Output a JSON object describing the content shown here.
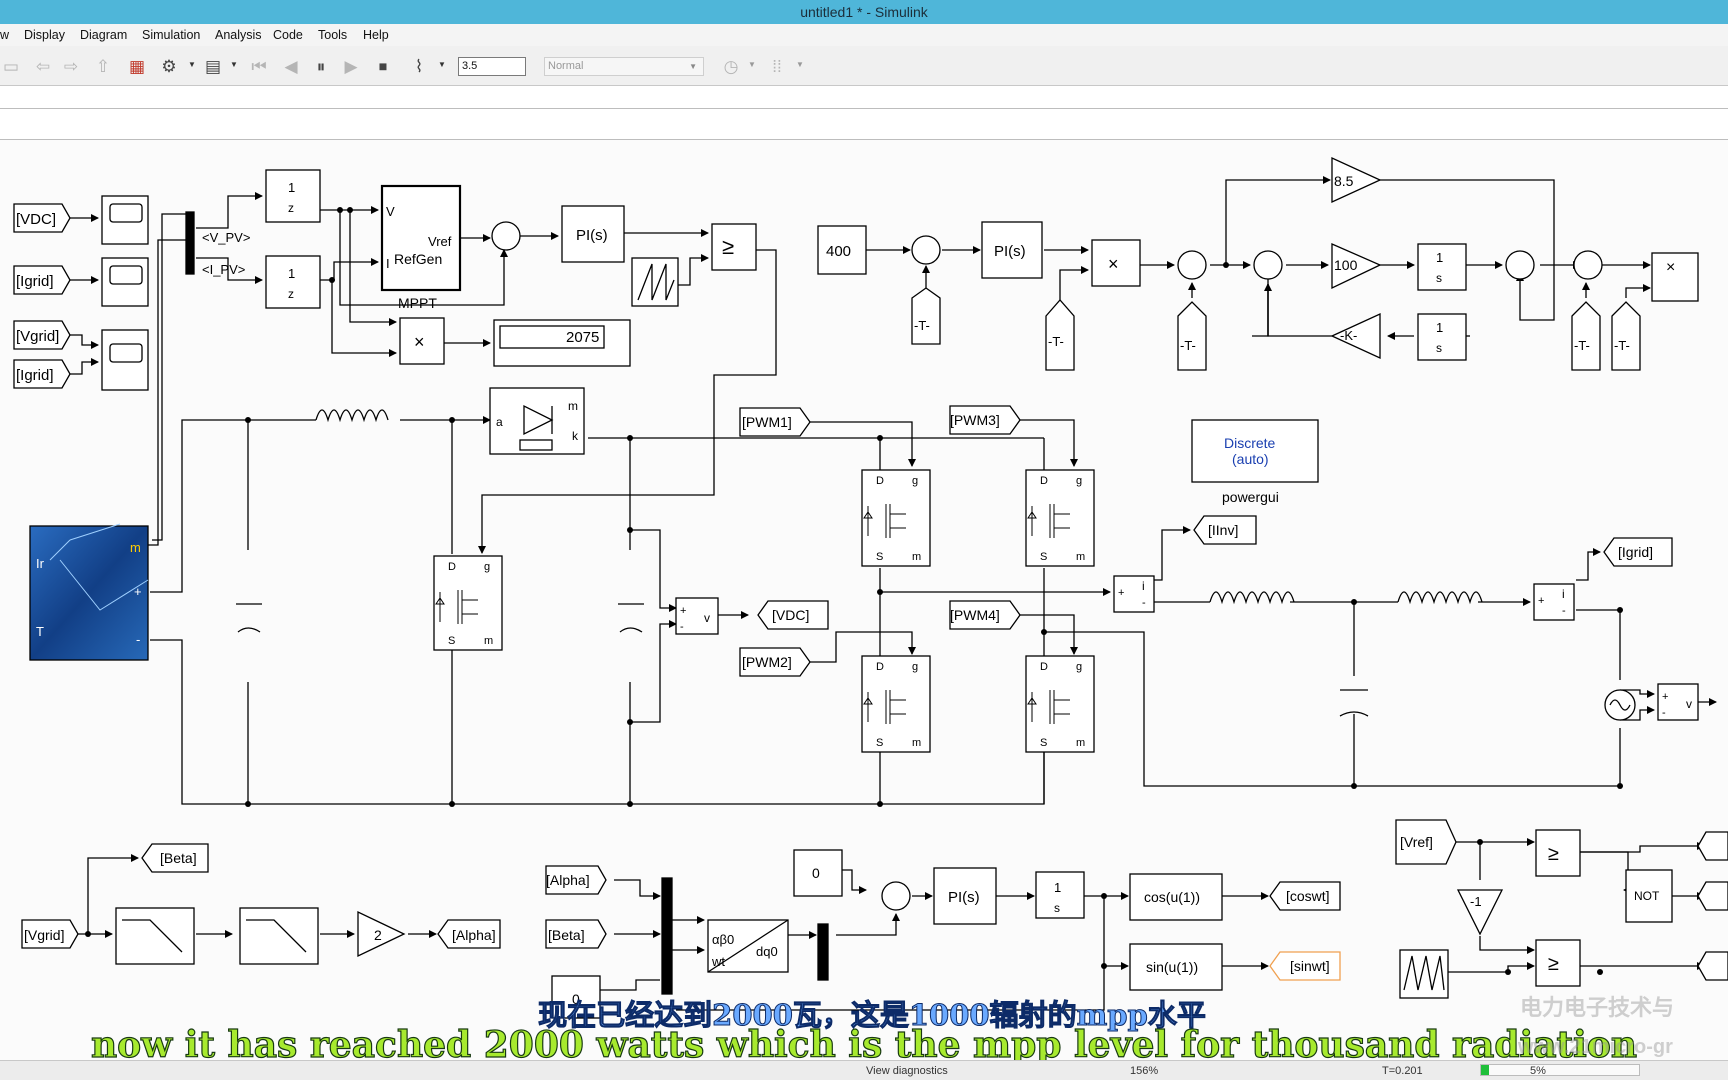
{
  "window": {
    "title": "untitled1 * - Simulink"
  },
  "menu": [
    "w",
    "Display",
    "Diagram",
    "Simulation",
    "Analysis",
    "Code",
    "Tools",
    "Help"
  ],
  "toolbar": {
    "stop_time": "3.5",
    "sim_mode": "Normal",
    "icons": [
      "save-icon",
      "back-icon",
      "forward-icon",
      "up-icon",
      "library-icon",
      "settings-gear-icon",
      "model-config-icon",
      "step-back-icon",
      "pause-icon",
      "step-forward-icon",
      "stop-icon",
      "scope-icon",
      "performance-icon",
      "grid-icon"
    ]
  },
  "diagram": {
    "goto_from": {
      "vdc_in": "[VDC]",
      "igrid_in1": "[Igrid]",
      "vgrid_in1": "[Vgrid]",
      "igrid_in2": "[Igrid]",
      "pwm1": "[PWM1]",
      "pwm2": "[PWM2]",
      "pwm3": "[PWM3]",
      "pwm4": "[PWM4]",
      "vdc_out": "[VDC]",
      "iinv_out": "[IInv]",
      "igrid_out": "[Igrid]",
      "beta_out": "[Beta]",
      "vgrid_in2": "[Vgrid]",
      "alpha_out": "[Alpha]",
      "alpha_in": "[Alpha]",
      "beta_in": "[Beta]",
      "coswt": "[coswt]",
      "sinwt": "[sinwt]",
      "vref": "[Vref]"
    },
    "bus_labels": {
      "vpv": "<V_PV>",
      "ipv": "<I_PV>"
    },
    "mppt": {
      "name": "MPPT",
      "label1": "Vref",
      "label2": "RefGen",
      "port_v": "V",
      "port_i": "I"
    },
    "delay_num": "1",
    "delay_den": "z",
    "display_value": "2075",
    "pi_label": "PI(s)",
    "relational": "≥",
    "multiply": "×",
    "constants": {
      "c400": "400",
      "c0": "0",
      "c1": "0"
    },
    "gains": {
      "g85": "8.5",
      "g100": "100",
      "gk": "-K-",
      "g2": "2",
      "gm1": "-1"
    },
    "integrator_num": "1",
    "integrator_den": "s",
    "from_t": "-T-",
    "powergui": {
      "line1": "Discrete",
      "line2": "(auto)",
      "name": "powergui"
    },
    "pv_ports": {
      "ir": "Ir",
      "t": "T",
      "m": "m",
      "plus": "+",
      "minus": "-"
    },
    "diode_ports": {
      "a": "a",
      "k": "k",
      "m": "m"
    },
    "mosfet_ports": {
      "d": "D",
      "g": "g",
      "s": "S",
      "m": "m"
    },
    "meas": {
      "v": "v",
      "i": "i",
      "plus": "+",
      "minus": "-"
    },
    "abc": {
      "in1": "αβ0",
      "in2": "wt",
      "out": "dq0"
    },
    "fcn_cos": "cos(u(1))",
    "fcn_sin": "sin(u(1))",
    "not": "NOT"
  },
  "subtitles": {
    "zh": "现在已经达到2000瓦，这是1000辐射的mpp水平",
    "en": "now it has reached 2000 watts which is the mpp level for thousand radiation"
  },
  "watermark": {
    "line1": "电力电子技术与",
    "line2": "www.21micro-gr"
  },
  "status": {
    "diagnostics": "View diagnostics",
    "zoom": "156%",
    "time": "T=0.201",
    "progress_pct": 5,
    "progress_label": "5%"
  },
  "colors": {
    "titlebar": "#4fb6d9",
    "subtitle_en": "#a7ea2e",
    "subtitle_zh": "#6aa9ff",
    "progress": "#1fbf3a",
    "pv_panel": "#1e5aa8"
  }
}
